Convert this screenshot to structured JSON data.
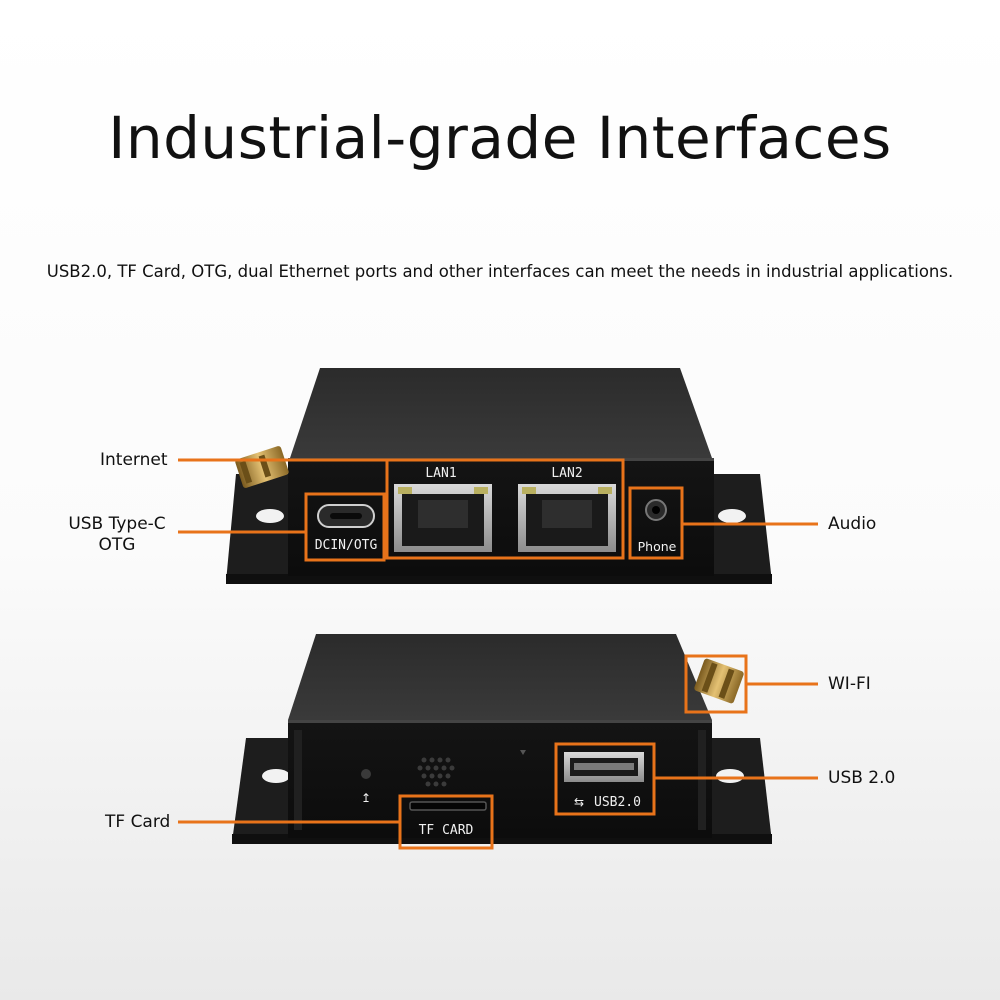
{
  "title": "Industrial-grade Interfaces",
  "subtitle": "USB2.0, TF Card, OTG, dual Ethernet ports and other interfaces can meet the needs in industrial applications.",
  "accent_color": "#e8731a",
  "front_panel": {
    "lan1_label": "LAN1",
    "lan2_label": "LAN2",
    "dc_label": "DCIN/OTG",
    "phone_label": "Phone"
  },
  "back_panel": {
    "usb_label": "USB2.0",
    "tf_label": "TF CARD"
  },
  "callouts": {
    "internet": "Internet",
    "usb_type_c_line1": "USB Type-C",
    "usb_type_c_line2": "OTG",
    "audio": "Audio",
    "wifi": "WI-FI",
    "usb2": "USB 2.0",
    "tf_card": "TF Card"
  }
}
